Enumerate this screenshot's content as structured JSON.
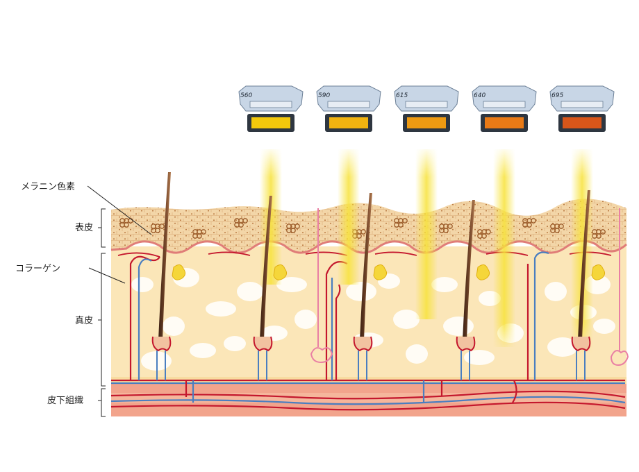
{
  "filters": [
    {
      "wavelength": "560",
      "color": "#f3c80c"
    },
    {
      "wavelength": "590",
      "color": "#f1b310"
    },
    {
      "wavelength": "615",
      "color": "#ee9a12"
    },
    {
      "wavelength": "640",
      "color": "#e97a16"
    },
    {
      "wavelength": "695",
      "color": "#d8561a"
    }
  ],
  "labels": {
    "melanin": "メラニン色素",
    "epidermis": "表皮",
    "collagen": "コラーゲン",
    "dermis": "真皮",
    "subcutis": "皮下組織"
  },
  "colors": {
    "epidermis": "#f3d6a8",
    "dermis": "#fbe6b8",
    "subcutis": "#f2a48c",
    "beam": "#f7e23a",
    "artery": "#c4172d",
    "vein": "#4a7ec0",
    "hair": "#5a3522"
  }
}
